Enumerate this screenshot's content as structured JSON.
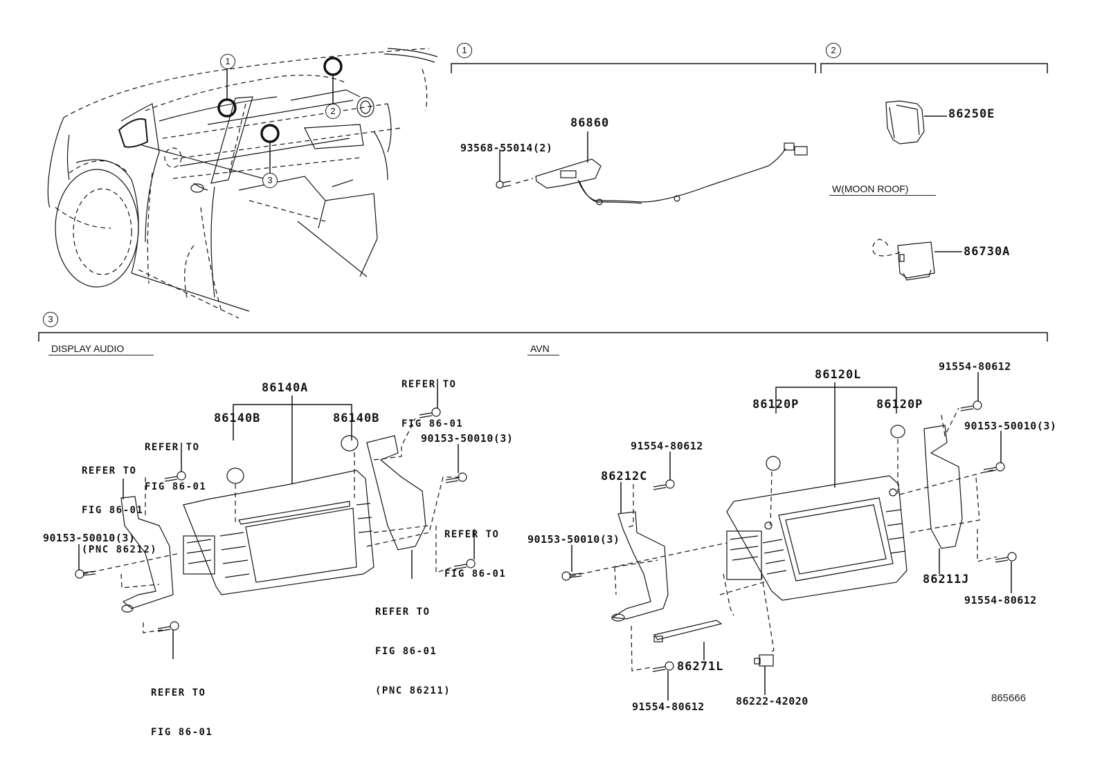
{
  "diagram": {
    "illustration_number": "865666",
    "overview": {
      "callouts": [
        "1",
        "2",
        "3"
      ]
    },
    "section_1": {
      "number": "1",
      "parts": {
        "antenna": "86860",
        "screw": "93568-55014(2)"
      }
    },
    "section_2": {
      "number": "2",
      "parts": {
        "module": "86250E",
        "moon_roof_module": "86730A"
      },
      "variant_label": "W(MOON ROOF)"
    },
    "section_3": {
      "number": "3",
      "display_audio": {
        "heading": "DISPLAY AUDIO",
        "main_unit": "86140A",
        "knob_left": "86140B",
        "knob_right": "86140B",
        "screw_left": "90153-50010(3)",
        "screw_right": "90153-50010(3)",
        "refer_top_right": [
          "REFER TO",
          "FIG 86-01"
        ],
        "refer_left_bolt": [
          "REFER TO",
          "FIG 86-01"
        ],
        "refer_left_bracket": [
          "REFER TO",
          "FIG 86-01",
          "(PNC 86212)"
        ],
        "refer_bottom": [
          "REFER TO",
          "FIG 86-01"
        ],
        "refer_right_bolt": [
          "REFER TO",
          "FIG 86-01"
        ],
        "refer_right_bracket": [
          "REFER TO",
          "FIG 86-01",
          "(PNC 86211)"
        ]
      },
      "avn": {
        "heading": "AVN",
        "main_unit": "86120L",
        "knob_left": "86120P",
        "knob_right": "86120P",
        "bracket_left": "86212C",
        "bracket_right": "86211J",
        "bolt_left_top": "91554-80612",
        "bolt_right_top": "91554-80612",
        "bolt_right_bottom": "91554-80612",
        "bolt_bottom": "91554-80612",
        "screw_left": "90153-50010(3)",
        "screw_right": "90153-50010(3)",
        "card_slot": "86271L",
        "connector": "86222-42020"
      }
    }
  }
}
